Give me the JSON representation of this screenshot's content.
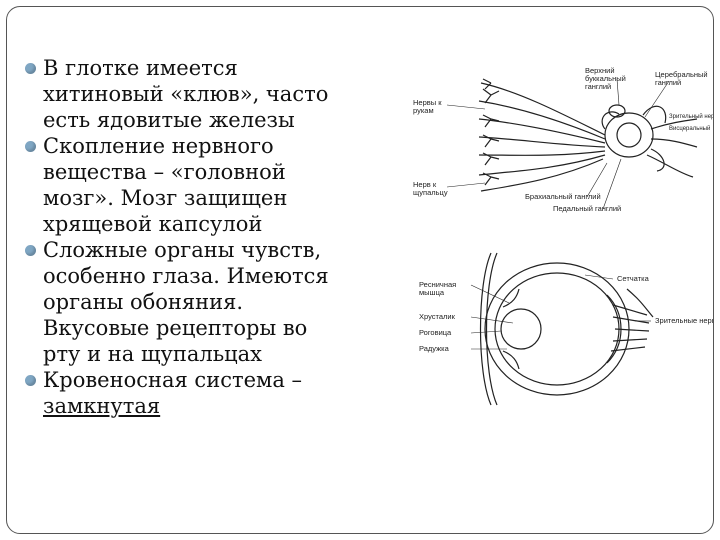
{
  "bullets": [
    {
      "lines": [
        "В глотке имеется",
        "хитиновый «клюв», часто",
        "есть ядовитые железы"
      ]
    },
    {
      "lines": [
        "Скопление нервного",
        "вещества – «головной",
        "мозг». Мозг защищен",
        "хрящевой капсулой"
      ]
    },
    {
      "lines": [
        "Сложные органы чувств,",
        "особенно глаза. Имеются",
        "органы обоняния.",
        "Вкусовые рецепторы во",
        "рту и на щупальцах"
      ]
    },
    {
      "lines": [
        "Кровеносная система –"
      ],
      "underlined": "замкнутая"
    }
  ],
  "nerve_figure": {
    "labels": {
      "nerves_arms": "Нервы к рукам",
      "upper_buccal": "Верхний буккальный ганглий",
      "cerebral": "Церебральный ганглий",
      "right1": "Зрительный нерв",
      "right2": "Висцеральный",
      "nerve_tentacle": "Нерв к щупальцу",
      "brachial": "Брахиальный ганглий",
      "pedal": "Педальный ганглий"
    }
  },
  "eye_figure": {
    "labels": {
      "ciliary": "Ресничная мышца",
      "lens": "Хрусталик",
      "cornea": "Роговица",
      "iris": "Радужка",
      "retina": "Сетчатка",
      "optic_nerves": "Зрительные нервы"
    }
  }
}
